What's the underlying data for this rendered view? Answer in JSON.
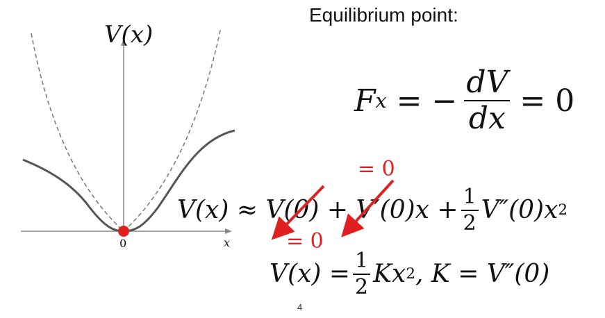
{
  "graph": {
    "y_label": "V(x)",
    "x_label": "x",
    "origin_label": "0"
  },
  "title": "Equilibrium point:",
  "equations": {
    "force_lhs": "F",
    "force_sub": "x",
    "force_eq1": "= −",
    "force_num": "dV",
    "force_den": "dx",
    "force_eq2": "= 0",
    "taylor_lhs": "V(x) ≈ V(0) + V′(0)x +",
    "taylor_num": "1",
    "taylor_den": "2",
    "taylor_rhs": "V″(0)x",
    "taylor_exp": "2",
    "annot_top": "= 0",
    "annot_bottom": "= 0",
    "harmonic_lhs": "V(x) =",
    "harmonic_num": "1",
    "harmonic_den": "2",
    "harmonic_mid": "Kx",
    "harmonic_exp": "2",
    "harmonic_rhs": ", K = V″(0)"
  },
  "page_number": "4",
  "colors": {
    "accent": "#e02020",
    "curve": "#555555",
    "axis": "#888888"
  }
}
